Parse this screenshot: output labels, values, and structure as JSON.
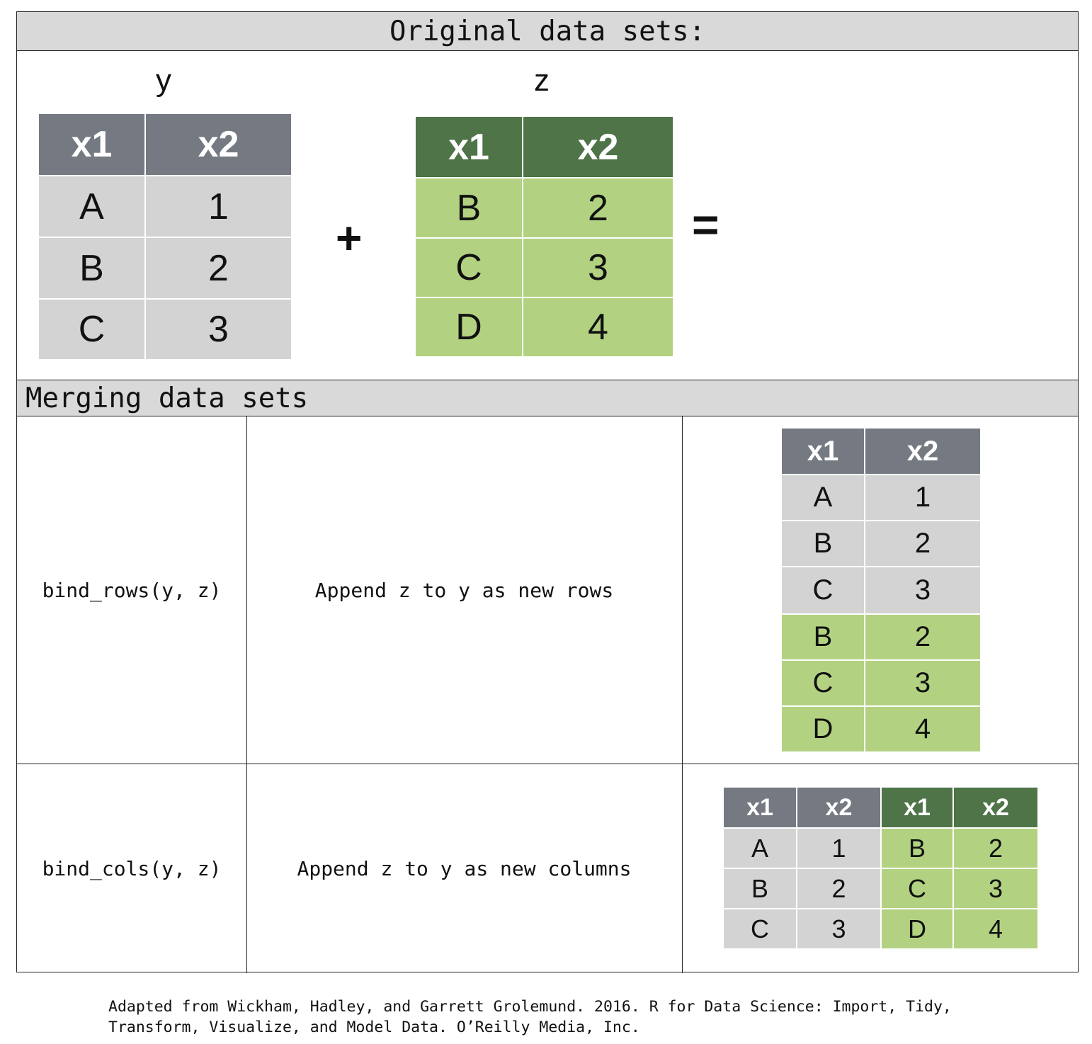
{
  "header": {
    "title": "Original data sets:"
  },
  "original": {
    "y": {
      "label": "y",
      "columns": [
        "x1",
        "x2"
      ],
      "rows": [
        [
          "A",
          "1"
        ],
        [
          "B",
          "2"
        ],
        [
          "C",
          "3"
        ]
      ]
    },
    "plus": "+",
    "z": {
      "label": "z",
      "columns": [
        "x1",
        "x2"
      ],
      "rows": [
        [
          "B",
          "2"
        ],
        [
          "C",
          "3"
        ],
        [
          "D",
          "4"
        ]
      ]
    },
    "equals": "="
  },
  "merging": {
    "title": "Merging data sets",
    "ops": [
      {
        "func": "bind_rows(y, z)",
        "desc": "Append z to y as new rows",
        "result": {
          "columns": [
            "x1",
            "x2"
          ],
          "rows": [
            [
              "A",
              "1"
            ],
            [
              "B",
              "2"
            ],
            [
              "C",
              "3"
            ],
            [
              "B",
              "2"
            ],
            [
              "C",
              "3"
            ],
            [
              "D",
              "4"
            ]
          ]
        }
      },
      {
        "func": "bind_cols(y, z)",
        "desc": "Append z to y as new columns",
        "result": {
          "columns": [
            "x1",
            "x2",
            "x1",
            "x2"
          ],
          "rows": [
            [
              "A",
              "1",
              "B",
              "2"
            ],
            [
              "B",
              "2",
              "C",
              "3"
            ],
            [
              "C",
              "3",
              "D",
              "4"
            ]
          ]
        }
      }
    ]
  },
  "colors": {
    "y_header": "#757a82",
    "y_cell": "#d3d3d3",
    "z_header": "#4e7448",
    "z_cell": "#b2d281"
  },
  "footer": {
    "line1": "Adapted from Wickham, Hadley, and Garrett Grolemund. 2016. R for Data Science: Import, Tidy,",
    "line2": "Transform, Visualize, and Model Data. O’Reilly Media, Inc."
  }
}
